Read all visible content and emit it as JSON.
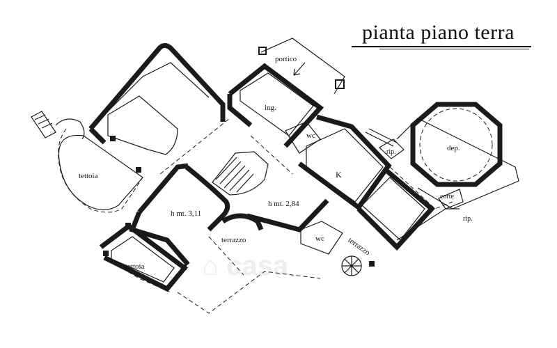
{
  "title": "pianta piano terra",
  "labels": {
    "portico": "portico",
    "ing": "ing.",
    "wc_top": "wc",
    "k": "K",
    "dep": "dep.",
    "rip_top": "rip.",
    "corte": "corte",
    "rip_bottom": "rip.",
    "tettoia_left": "tettoia",
    "h_left": "h mt. 3,11",
    "h_center": "h mt. 2,84",
    "wc_bottom": "wc",
    "terrazzo_center": "terrazzo",
    "terrazzo_right": "terrazzo",
    "tettoia_bottom": "tettoia"
  },
  "colors": {
    "ink": "#1a1a1a",
    "paper": "#ffffff"
  }
}
